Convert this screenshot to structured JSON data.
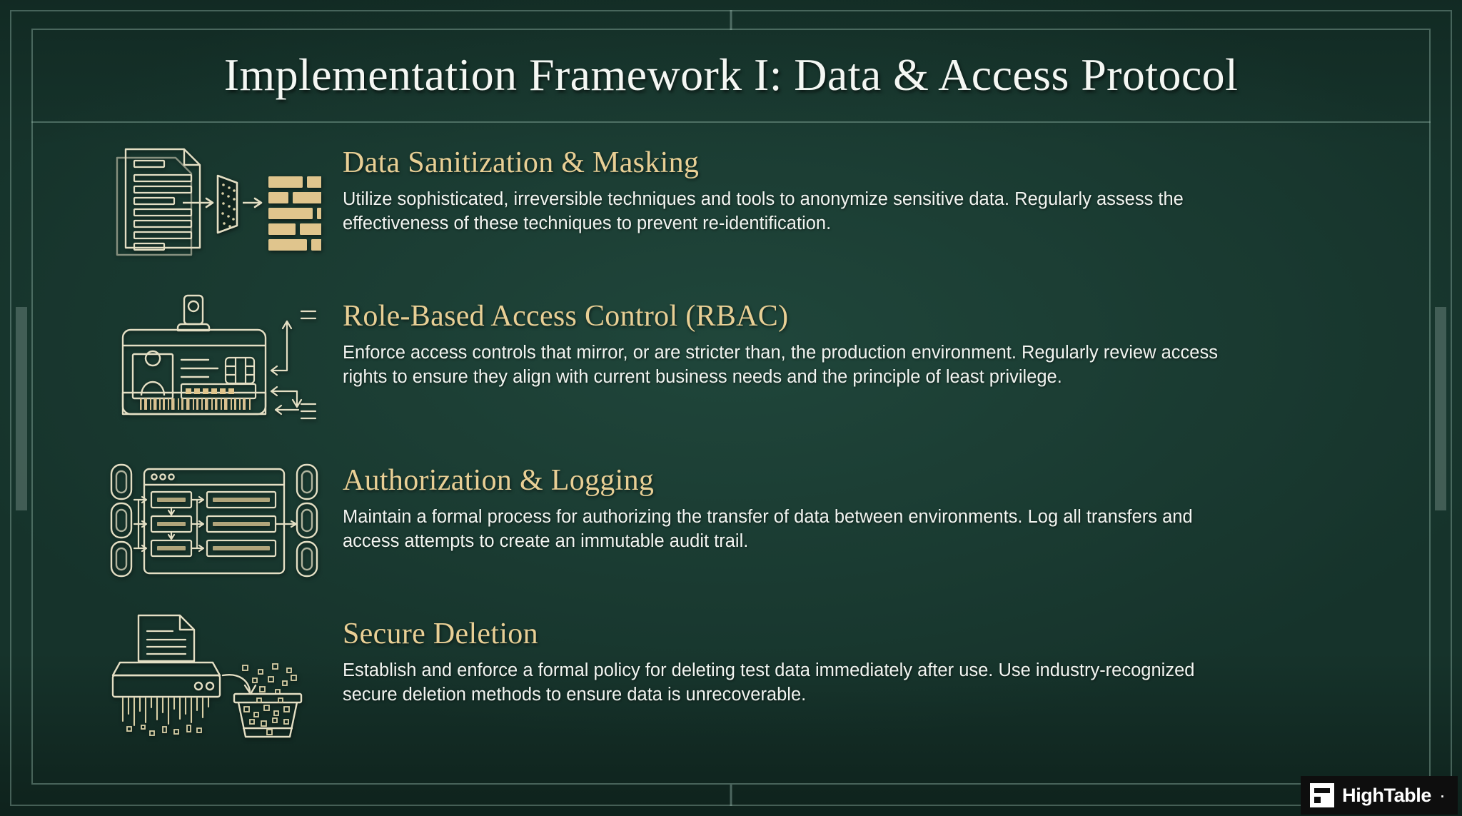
{
  "slide": {
    "title": "Implementation Framework I: Data & Access Protocol",
    "background_color": "#16332b",
    "accent_color": "#e8cf95",
    "text_color": "#f2f5f1",
    "frame_color": "#96b9ac"
  },
  "sections": [
    {
      "icon_name": "data-masking-icon",
      "heading": "Data Sanitization & Masking",
      "body": "Utilize sophisticated, irreversible techniques and tools to anonymize sensitive data. Regularly assess the effectiveness of these techniques to prevent re-identification."
    },
    {
      "icon_name": "id-badge-access-icon",
      "heading": "Role-Based Access Control (RBAC)",
      "body": "Enforce access controls that mirror, or are stricter than, the production environment. Regularly review access rights to ensure they align with current business needs and the principle of least privilege."
    },
    {
      "icon_name": "chain-audit-log-icon",
      "heading": "Authorization & Logging",
      "body": "Maintain a formal process for authorizing the transfer of data between environments. Log all transfers and access attempts to create an immutable audit trail."
    },
    {
      "icon_name": "paper-shredder-icon",
      "heading": "Secure Deletion",
      "body": "Establish and enforce a formal policy for deleting test data immediately after use. Use industry-recognized secure deletion methods to ensure data is unrecoverable."
    }
  ],
  "logo": {
    "name": "HighTable",
    "mark": "table-logo-icon",
    "trademark": "·"
  }
}
